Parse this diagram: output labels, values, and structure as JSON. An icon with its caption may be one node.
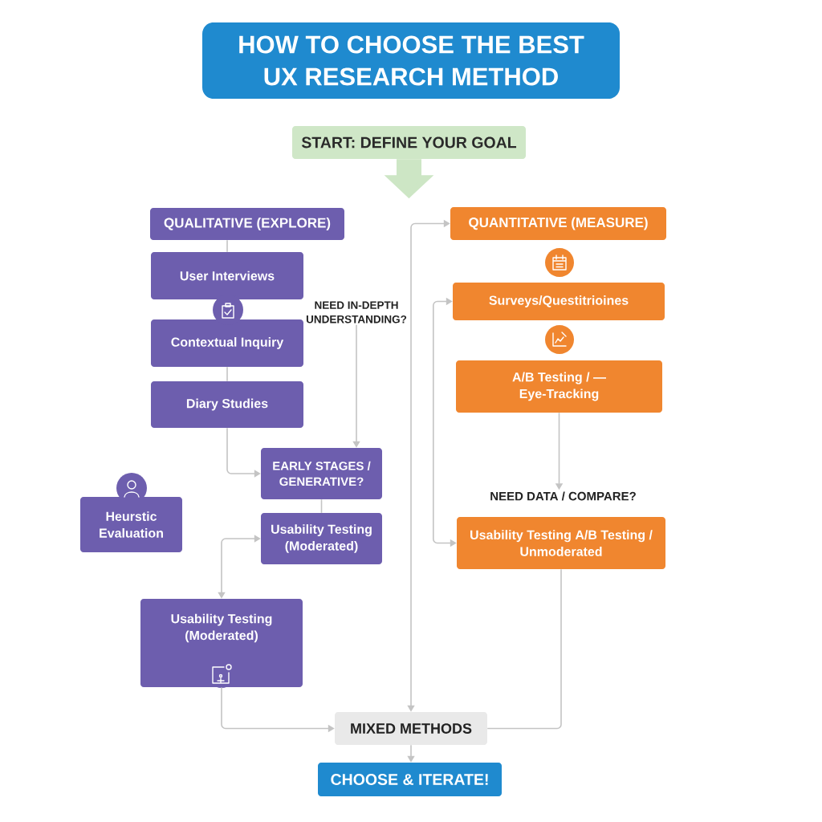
{
  "diagram": {
    "title": "HOW TO CHOOSE THE BEST UX RESEARCH METHOD",
    "nodes": [
      {
        "text": [
          "START: DEFINE YOUR GOAL"
        ]
      },
      {
        "text": [
          "QUALITATIVE (EXPLORE)"
        ]
      },
      {
        "text": [
          "User Interviews"
        ]
      },
      {
        "text": [
          "Contextual Inquiry"
        ]
      },
      {
        "text": [
          "Diary Studies"
        ]
      },
      {
        "text": [
          "NEED IN-DEPTH UNDERSTANDING?"
        ]
      },
      {
        "text": [
          "EARLY STAGES / GENERATIVE?"
        ]
      },
      {
        "text": [
          "Heurstic Evaluation"
        ]
      },
      {
        "text": [
          "Usability Testing (Moderated)"
        ]
      },
      {
        "text": [
          "Usability Testing (Moderated)"
        ]
      },
      {
        "text": [
          "QUANTITATIVE (MEASURE)"
        ]
      },
      {
        "text": [
          "Surveys/Questitrioines"
        ]
      },
      {
        "text": [
          "A/B Testing / — Eye-Tracking"
        ]
      },
      {
        "text": [
          "NEED DATA / COMPARE?"
        ]
      },
      {
        "text": [
          "Usability Testing A/B Testing / Unmoderated"
        ]
      },
      {
        "text": [
          "MIXED METHODS"
        ]
      },
      {
        "text": [
          "CHOOSE & ITERATE!"
        ]
      }
    ],
    "edges": [
      {
        "from": 0,
        "to": null,
        "arrow": "to",
        "style": "thick",
        "color": "#cde6c5"
      },
      {
        "from": 1,
        "to": 2,
        "arrow": "none"
      },
      {
        "from": 3,
        "to": 4,
        "arrow": "none"
      },
      {
        "from": 4,
        "to": 6,
        "arrow": "to"
      },
      {
        "from": 5,
        "to": 6,
        "arrow": "to"
      },
      {
        "from": 6,
        "to": 8,
        "arrow": "none"
      },
      {
        "from": 8,
        "to": 9,
        "arrow": "both"
      },
      {
        "from": 9,
        "to": 15,
        "arrow": "to"
      },
      {
        "from": 10,
        "to": 15,
        "arrow": "both"
      },
      {
        "from": 11,
        "to": 14,
        "arrow": "both"
      },
      {
        "from": 12,
        "to": 13,
        "arrow": "to"
      },
      {
        "from": 14,
        "to": 15,
        "arrow": "none"
      },
      {
        "from": 15,
        "to": 16,
        "arrow": "to"
      }
    ]
  }
}
